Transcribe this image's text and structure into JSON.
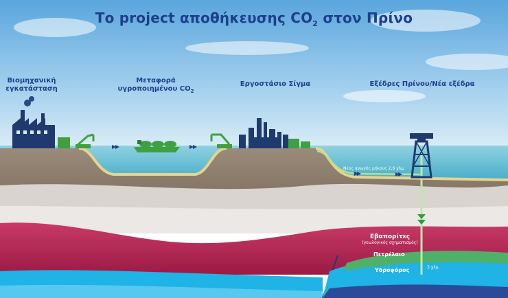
{
  "title": {
    "main": "Το project αποθήκευσης CO",
    "sub": "2",
    "end": " στον Πρίνο"
  },
  "stations": {
    "industrial_line1": "Βιομηχανική",
    "industrial_line2": "εγκατάσταση",
    "transport_line1": "Μεταφορά",
    "transport_line2_main": "υγροποιημένου CO",
    "transport_line2_sub": "2",
    "factory": "Εργοστάσιο Σίγμα",
    "platforms": "Εξέδρες Πρίνου/Νέα εξέδρα"
  },
  "pipeline_label": "Νέος αγωγός μήκους 2,6 χλμ.",
  "layers": {
    "evaporites": "Εβαπορίτες",
    "evaporites_note": "(γεωλογικός σχηματισμός)",
    "oil": "Πετρέλαιο",
    "aquifer": "Υδροφόρος",
    "depth_note": "3 χλμ."
  },
  "colors": {
    "title": "#1d3f8a",
    "sea": "#4fb8d0",
    "land": "#8a7b6b",
    "evaporites": "#b8204f",
    "oil": "#3fa56a",
    "aquifer": "#16aee0",
    "green_equipment": "#3fa040",
    "structures": "#1e3a6e"
  },
  "icons": [
    "factory-icon",
    "crane-icon",
    "ship-icon",
    "refinery-icon",
    "platform-icon",
    "chevron-arrows-icon"
  ]
}
